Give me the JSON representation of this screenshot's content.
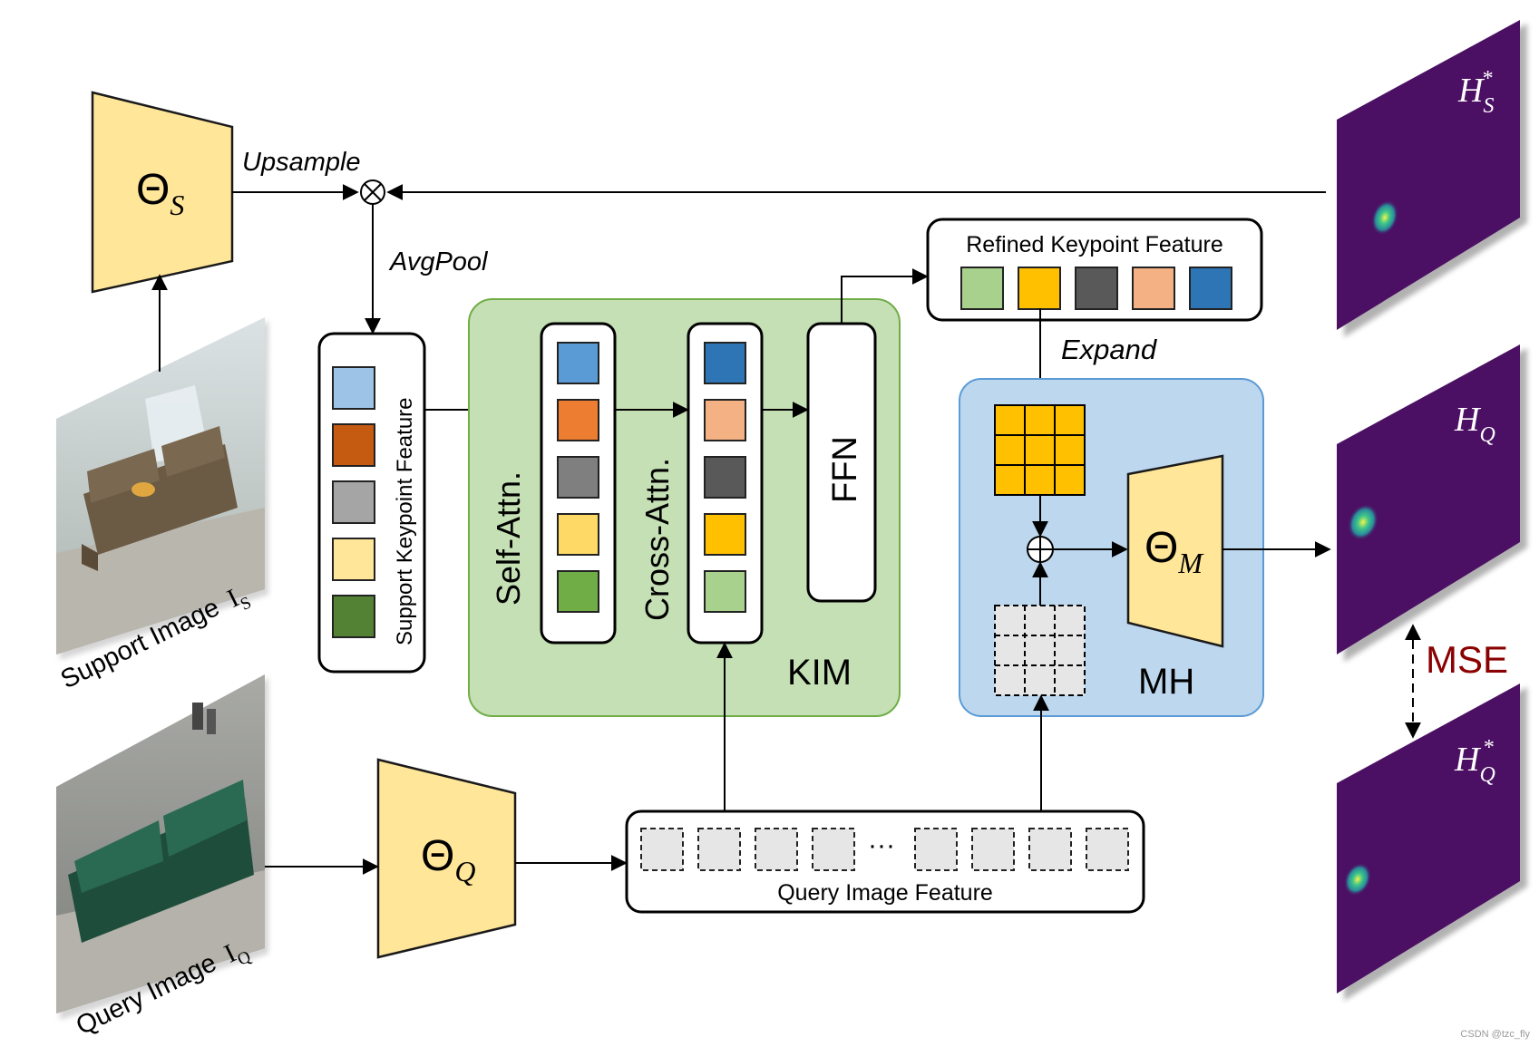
{
  "labels": {
    "upsample": "Upsample",
    "avgpool": "AvgPool",
    "expand": "Expand",
    "self_attn": "Self-Attn.",
    "cross_attn": "Cross-Attn.",
    "ffn": "FFN",
    "kim": "KIM",
    "mh": "MH",
    "mse": "MSE",
    "refined_keypoint_feature": "Refined Keypoint Feature",
    "support_keypoint_feature": "Support Keypoint Feature",
    "query_image_feature": "Query Image Feature",
    "support_image": "Support Image",
    "support_image_sub": "S",
    "query_image": "Query Image",
    "query_image_sub": "Q",
    "ellipsis": "···"
  },
  "encoders": {
    "support": {
      "symbol": "Θ",
      "sub": "S"
    },
    "query": {
      "symbol": "Θ",
      "sub": "Q"
    },
    "matching": {
      "symbol": "Θ",
      "sub": "M"
    }
  },
  "heatmaps": {
    "hs_star": {
      "symbol": "H",
      "sub": "S",
      "sup": "*"
    },
    "hq": {
      "symbol": "H",
      "sub": "Q",
      "sup": ""
    },
    "hq_star": {
      "symbol": "H",
      "sub": "Q",
      "sup": "*"
    }
  },
  "colors": {
    "support_keypoints": [
      "#9dc3e6",
      "#c55a11",
      "#a5a5a5",
      "#ffe699",
      "#548235"
    ],
    "self_attn_tokens": [
      "#5b9bd5",
      "#ed7d31",
      "#7f7f7f",
      "#ffd966",
      "#70ad47"
    ],
    "cross_attn_tokens": [
      "#2e75b6",
      "#f4b183",
      "#595959",
      "#ffc000",
      "#a9d18e"
    ],
    "refined_tokens": [
      "#a9d18e",
      "#ffc000",
      "#595959",
      "#f4b183",
      "#2e75b6"
    ],
    "encoder_fill": "#ffe699",
    "kim_panel": "#c5e0b4",
    "mh_panel": "#bdd7ee",
    "heatmap": "#4b1063",
    "mse_text": "#8b0000"
  },
  "watermark": "CSDN @tzc_fly"
}
